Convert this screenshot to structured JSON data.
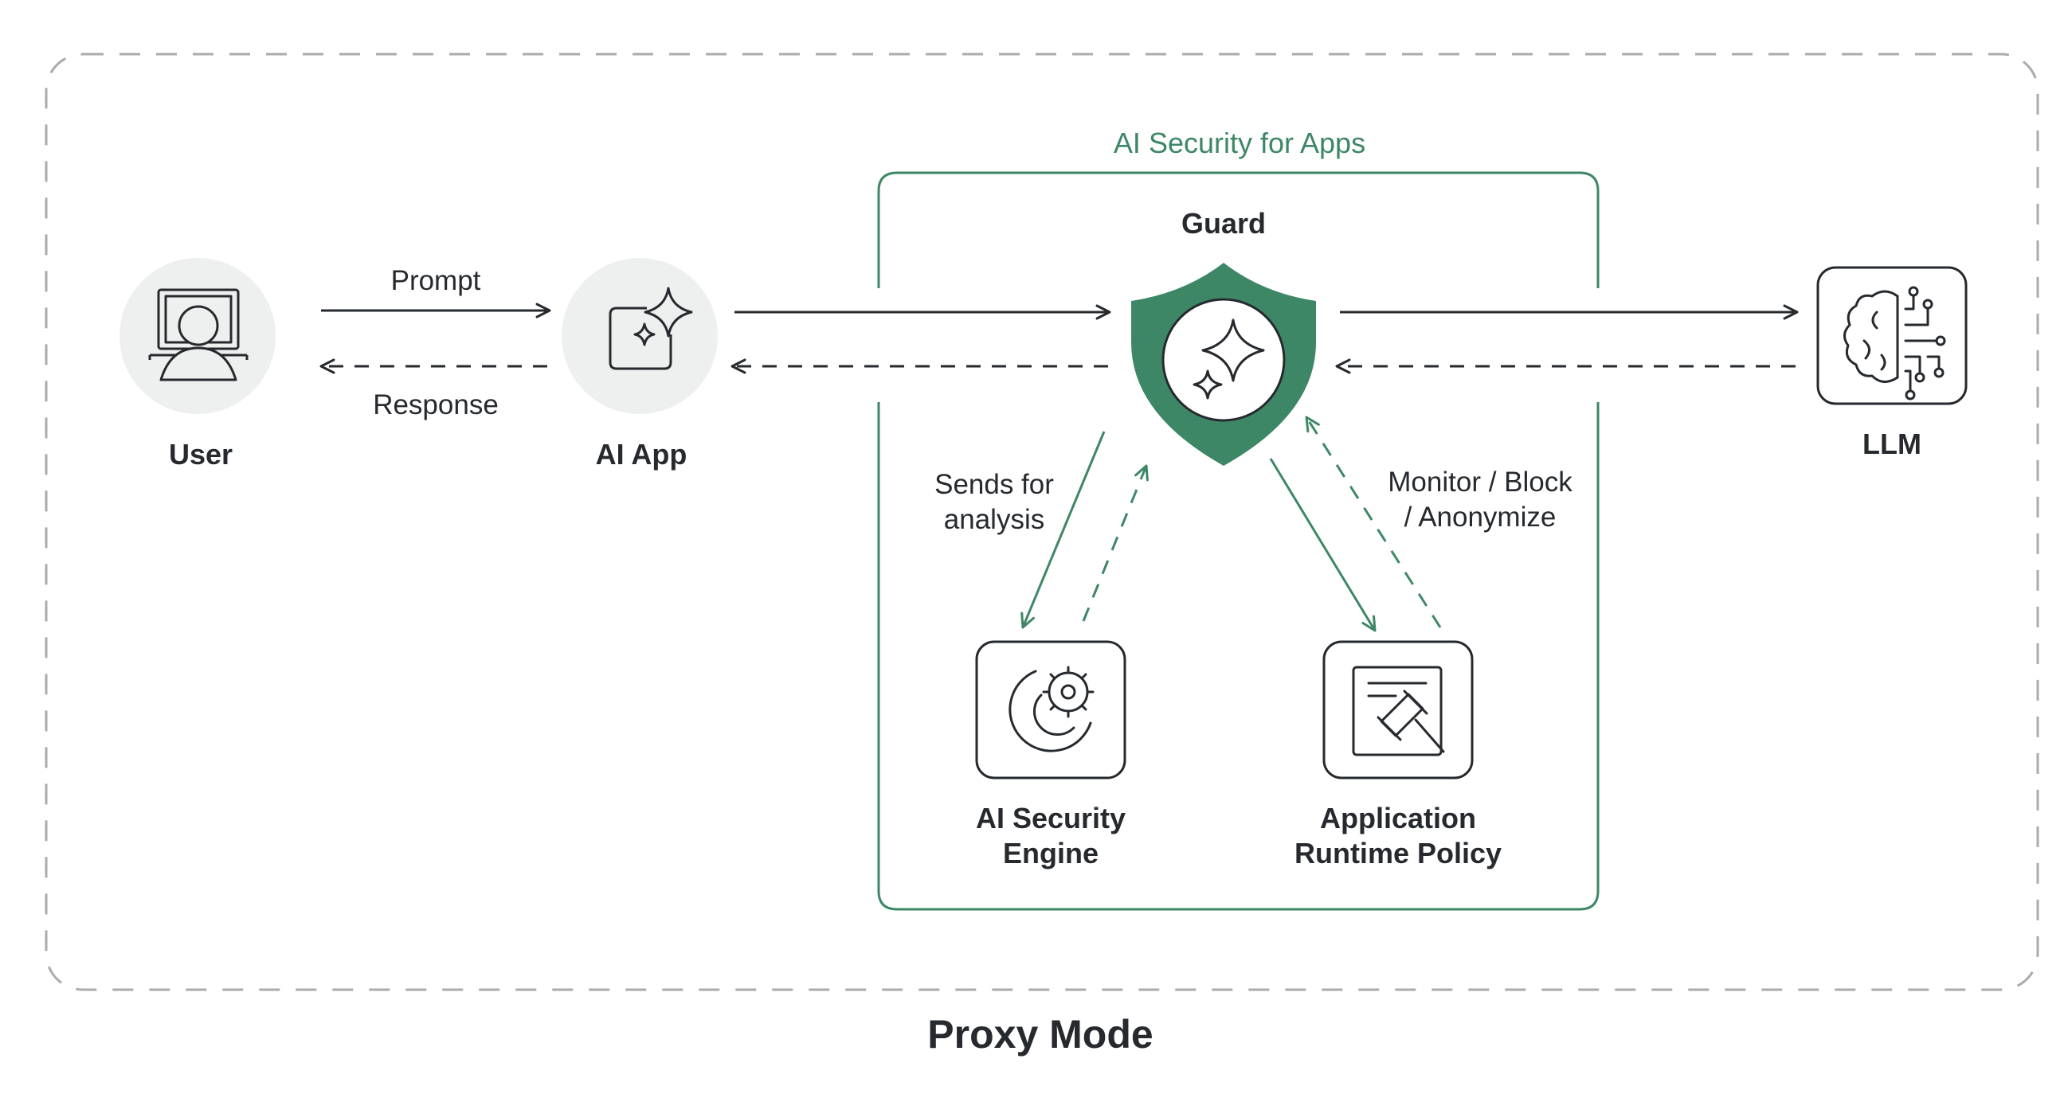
{
  "colors": {
    "green": "#3e8766",
    "dark": "#262a2e",
    "gray_circle": "#eef0ef",
    "outline": "#a9acab"
  },
  "group": {
    "title": "AI Security for Apps"
  },
  "nodes": {
    "user": {
      "label": "User",
      "icon": "user-computer-icon"
    },
    "ai_app": {
      "label": "AI App",
      "icon": "sparkle-app-icon"
    },
    "guard": {
      "label": "Guard",
      "icon": "shield-sparkle-icon"
    },
    "llm": {
      "label": "LLM",
      "icon": "brain-circuit-icon"
    },
    "engine": {
      "label_line1": "AI Security",
      "label_line2": "Engine",
      "icon": "gear-cycle-icon"
    },
    "policy": {
      "label_line1": "Application",
      "label_line2": "Runtime Policy",
      "icon": "gavel-document-icon"
    }
  },
  "edges": {
    "prompt": "Prompt",
    "response": "Response",
    "sends_line1": "Sends for",
    "sends_line2": "analysis",
    "monitor_line1": "Monitor / Block",
    "monitor_line2": "/ Anonymize"
  },
  "caption": "Proxy Mode"
}
